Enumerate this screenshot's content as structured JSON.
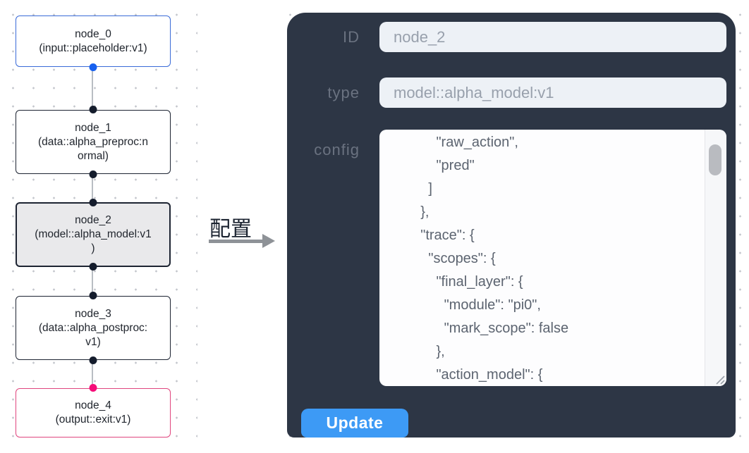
{
  "canvas": {
    "arrow_label": "配置",
    "nodes": [
      {
        "title": "node_0",
        "subtitle_lines": [
          "(input::placeholder:v1)"
        ]
      },
      {
        "title": "node_1",
        "subtitle_lines": [
          "(data::alpha_preproc:n",
          "ormal)"
        ]
      },
      {
        "title": "node_2",
        "subtitle_lines": [
          "(model::alpha_model:v1",
          ")"
        ]
      },
      {
        "title": "node_3",
        "subtitle_lines": [
          "(data::alpha_postproc:",
          "v1)"
        ]
      },
      {
        "title": "node_4",
        "subtitle_lines": [
          "(output::exit:v1)"
        ]
      }
    ]
  },
  "panel": {
    "fields": [
      {
        "label": "ID",
        "value": "node_2"
      },
      {
        "label": "type",
        "value": "model::alpha_model:v1"
      }
    ],
    "config_label": "config",
    "config_text": "        \"raw_action\",\n        \"pred\"\n      ]\n    },\n    \"trace\": {\n      \"scopes\": {\n        \"final_layer\": {\n          \"module\": \"pi0\",\n          \"mark_scope\": false\n        },\n        \"action_model\": {",
    "update_label": "Update"
  },
  "colors": {
    "panel_background": "#2d3645",
    "input_node_border": "#3a6bd8",
    "input_node_port": "#1660ef",
    "output_node_border": "#e0457e",
    "output_node_port": "#f50c78",
    "selected_node_background": "#e9e9eb",
    "update_button": "#3d9af5"
  }
}
